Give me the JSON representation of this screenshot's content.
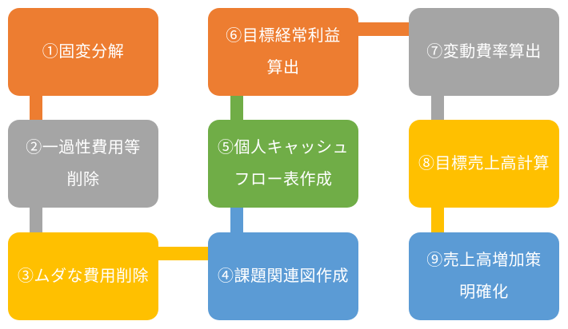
{
  "palette": {
    "orange": "#ED7D31",
    "gray": "#A5A5A5",
    "yellow": "#FFC000",
    "green": "#70AD47",
    "blue": "#5B9BD5",
    "text": "#FFFFFF",
    "background": "#FFFFFF"
  },
  "diagram": {
    "type": "flow-steps",
    "boxes": [
      {
        "id": "1",
        "text": "①固変分解",
        "color": "#ED7D31"
      },
      {
        "id": "2",
        "text": "②一過性費用等\n削除",
        "color": "#A5A5A5"
      },
      {
        "id": "3",
        "text": "③ムダな費用削除",
        "color": "#FFC000"
      },
      {
        "id": "4",
        "text": "④課題関連図作成",
        "color": "#5B9BD5"
      },
      {
        "id": "5",
        "text": "⑤個人キャッシュ\nフロー表作成",
        "color": "#70AD47"
      },
      {
        "id": "6",
        "text": "⑥目標経常利益\n算出",
        "color": "#ED7D31"
      },
      {
        "id": "7",
        "text": "⑦変動費率算出",
        "color": "#A5A5A5"
      },
      {
        "id": "8",
        "text": "⑧目標売上高計算",
        "color": "#FFC000"
      },
      {
        "id": "9",
        "text": "⑨売上高増加策\n明確化",
        "color": "#5B9BD5"
      }
    ],
    "connectors": [
      {
        "from": "1",
        "to": "2",
        "orientation": "vertical",
        "color": "#ED7D31"
      },
      {
        "from": "2",
        "to": "3",
        "orientation": "vertical",
        "color": "#A5A5A5"
      },
      {
        "from": "3",
        "to": "4",
        "orientation": "horizontal",
        "color": "#FFC000"
      },
      {
        "from": "4",
        "to": "5",
        "orientation": "vertical",
        "color": "#5B9BD5"
      },
      {
        "from": "5",
        "to": "6",
        "orientation": "vertical",
        "color": "#70AD47"
      },
      {
        "from": "6",
        "to": "7",
        "orientation": "horizontal",
        "color": "#ED7D31"
      },
      {
        "from": "7",
        "to": "8",
        "orientation": "vertical",
        "color": "#A5A5A5"
      },
      {
        "from": "8",
        "to": "9",
        "orientation": "vertical",
        "color": "#FFC000"
      }
    ]
  }
}
